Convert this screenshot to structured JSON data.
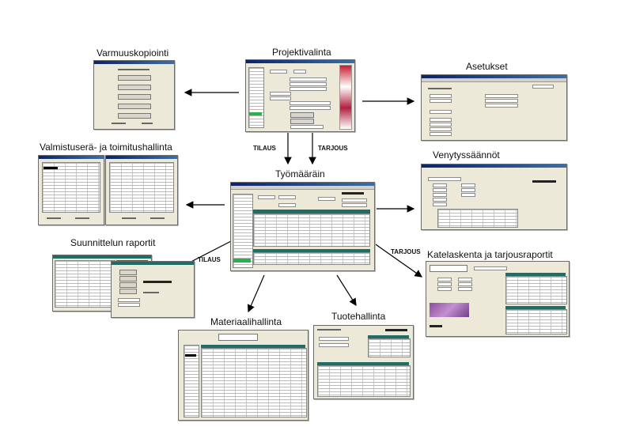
{
  "diagram": {
    "nodes": {
      "projektivalinta": "Projektivalinta",
      "varmuuskopiointi": "Varmuuskopiointi",
      "asetukset": "Asetukset",
      "valmistuserat": "Valmistuserä- ja toimitushallinta",
      "tyomaarain": "Työmääräin",
      "venytyssaannot": "Venytyssäännöt",
      "suunnittelun_raportit": "Suunnittelun raportit",
      "katelaskenta": "Katelaskenta ja tarjousraportit",
      "materiaalihallinta": "Materiaalihallinta",
      "tuotehallinta": "Tuotehallinta"
    },
    "edges": {
      "tilaus_1": "TILAUS",
      "tarjous_1": "TARJOUS",
      "tilaus_2": "TILAUS",
      "tarjous_2": "TARJOUS"
    }
  }
}
